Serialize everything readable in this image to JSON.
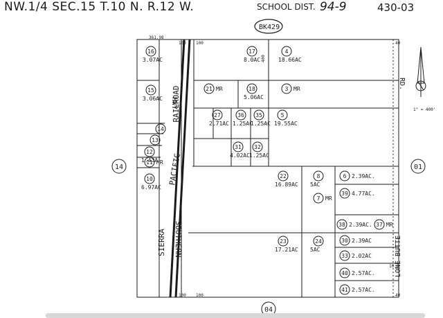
{
  "header": {
    "title": "NW.1/4 SEC.15 T.10 N. R.12 W.",
    "school_label": "SCHOOL DIST.",
    "school_number": "94-9",
    "map_number": "430-03"
  },
  "book": "BK429",
  "dims": {
    "top_left": "361.98",
    "top_mid": "100",
    "top_right": "100",
    "bottom_mid": "100",
    "bottom_right": "100",
    "top_far": "40",
    "bottom_far": "40",
    "side_dim": "400",
    "side_dim2": "10.0"
  },
  "roads": {
    "hwy_label": "HWY",
    "railroad_label": "RAILROAD",
    "pacific_label": "PACIFIC",
    "southern_label": "SOUTHERN",
    "sierra_label": "SIERRA",
    "lone_butte_label": "LONE BUTTE",
    "rd_label": "RD."
  },
  "neighbors": {
    "west": "14",
    "east": "01",
    "south": "04"
  },
  "scale": "1\" = 400'",
  "parcels": [
    {
      "num": "16",
      "area": "3.07AC"
    },
    {
      "num": "15",
      "area": "3.06AC"
    },
    {
      "num": "14",
      "area": ""
    },
    {
      "num": "13",
      "area": ""
    },
    {
      "num": "12",
      "area": "1.43A"
    },
    {
      "num": "11",
      "area": "MR"
    },
    {
      "num": "10",
      "area": "6.97AC"
    },
    {
      "num": "17",
      "area": "8.0AC"
    },
    {
      "num": "4",
      "area": "18.66AC"
    },
    {
      "num": "21",
      "area": "MR"
    },
    {
      "num": "18",
      "area": "5.06AC"
    },
    {
      "num": "3",
      "area": "MR"
    },
    {
      "num": "27",
      "area": "2.71AC"
    },
    {
      "num": "36",
      "area": "1.25AC"
    },
    {
      "num": "35",
      "area": "1.25AC"
    },
    {
      "num": "5",
      "area": "19.55AC"
    },
    {
      "num": "31",
      "area": "4.02AC"
    },
    {
      "num": "32",
      "area": "1.25AC"
    },
    {
      "num": "22",
      "area": "16.89AC"
    },
    {
      "num": "8",
      "area": "5AC"
    },
    {
      "num": "7",
      "area": "MR"
    },
    {
      "num": "6",
      "area": "2.39AC."
    },
    {
      "num": "39",
      "area": "4.77AC."
    },
    {
      "num": "38",
      "area": "2.39AC."
    },
    {
      "num": "37",
      "area": "MR"
    },
    {
      "num": "23",
      "area": "17.21AC"
    },
    {
      "num": "24",
      "area": "5AC"
    },
    {
      "num": "30",
      "area": "2.39AC"
    },
    {
      "num": "33",
      "area": "2.02AC"
    },
    {
      "num": "40",
      "area": "2.57AC."
    },
    {
      "num": "41",
      "area": "2.57AC."
    }
  ]
}
